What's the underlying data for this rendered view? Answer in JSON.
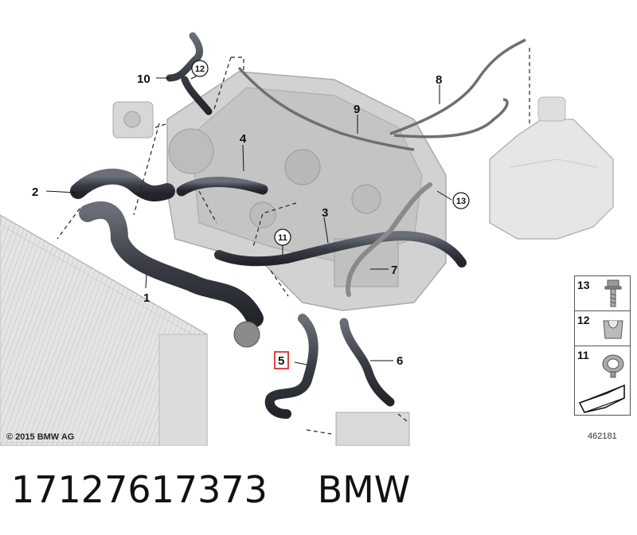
{
  "callouts": {
    "c1": "1",
    "c2": "2",
    "c3": "3",
    "c4": "4",
    "c5": "5",
    "c6": "6",
    "c7": "7",
    "c8": "8",
    "c9": "9",
    "c10": "10",
    "c11": "11",
    "c12": "12",
    "c13": "13"
  },
  "legend": {
    "item13": "13",
    "item12": "12",
    "item11": "11"
  },
  "copyright": "© 2015 BMW AG",
  "diagram_id": "462181",
  "caption": {
    "part_number": "17127617373",
    "brand": "BMW"
  },
  "colors": {
    "highlight_box": "#d83030",
    "hose": "#3d4048",
    "engine_gray": "#c9c9c9",
    "line": "#222222"
  }
}
